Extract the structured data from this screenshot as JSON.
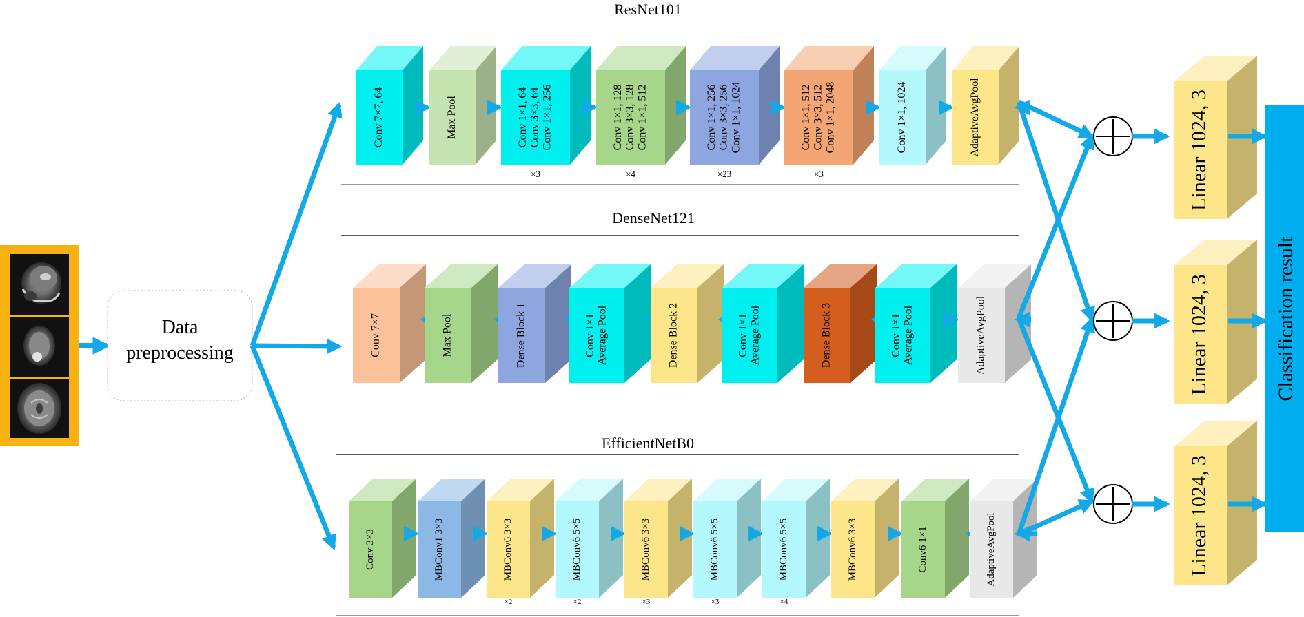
{
  "colors": {
    "arrow": "#13a8e6",
    "input_frame": "#f8b20f",
    "result_bar": "#00adef",
    "cyan": "#00f0f0",
    "light_green": "#c5e3b0",
    "green": "#a5d68a",
    "blue_purple": "#8ea6e0",
    "orange": "#f4a574",
    "light_cyan": "#b2f8fc",
    "yellow": "#fde58a",
    "peach": "#fbc299",
    "dark_orange": "#d35e1e",
    "light_gray": "#e8e8e8",
    "sky_blue": "#8cb8e6"
  },
  "input_images": [
    "sagittal-mri-scan",
    "axial-tumor-mri-scan",
    "axial-brain-mri-scan"
  ],
  "preprocessing": {
    "line1": "Data",
    "line2": "preprocessing"
  },
  "resnet": {
    "title": "ResNet101",
    "blocks": [
      {
        "lines": [
          "Conv 7×7, 64"
        ],
        "color": "cyan",
        "mult": ""
      },
      {
        "lines": [
          "Max Pool"
        ],
        "color": "light_green",
        "mult": ""
      },
      {
        "lines": [
          "Conv 1×1, 64",
          "Conv 3×3, 64",
          "Conv 1×1, 256"
        ],
        "color": "cyan",
        "mult": "×3"
      },
      {
        "lines": [
          "Conv 1×1, 128",
          "Conv 3×3, 128",
          "Conv 1×1, 512"
        ],
        "color": "green",
        "mult": "×4"
      },
      {
        "lines": [
          "Conv 1×1, 256",
          "Conv 3×3, 256",
          "Conv 1×1, 1024"
        ],
        "color": "blue_purple",
        "mult": "×23"
      },
      {
        "lines": [
          "Conv 1×1, 512",
          "Conv 3×3, 512",
          "Conv 1×1, 2048"
        ],
        "color": "orange",
        "mult": "×3"
      },
      {
        "lines": [
          "Conv 1×1, 1024"
        ],
        "color": "light_cyan",
        "mult": ""
      },
      {
        "lines": [
          "AdaptiveAvgPool"
        ],
        "color": "yellow",
        "mult": ""
      }
    ]
  },
  "densenet": {
    "title": "DenseNet121",
    "blocks": [
      {
        "lines": [
          "Conv 7×7"
        ],
        "color": "peach",
        "mult": ""
      },
      {
        "lines": [
          "Max Pool"
        ],
        "color": "green",
        "mult": ""
      },
      {
        "lines": [
          "Dense Block 1"
        ],
        "color": "blue_purple",
        "mult": ""
      },
      {
        "lines": [
          "Conv 1×1",
          "Average Pool"
        ],
        "color": "cyan",
        "mult": ""
      },
      {
        "lines": [
          "Dense Block 2"
        ],
        "color": "yellow",
        "mult": ""
      },
      {
        "lines": [
          "Conv 1×1",
          "Average Pool"
        ],
        "color": "cyan",
        "mult": ""
      },
      {
        "lines": [
          "Dense Block 3"
        ],
        "color": "dark_orange",
        "mult": ""
      },
      {
        "lines": [
          "Conv 1×1",
          "Average Pool"
        ],
        "color": "cyan",
        "mult": ""
      },
      {
        "lines": [
          "AdaptiveAvgPool"
        ],
        "color": "light_gray",
        "mult": ""
      }
    ]
  },
  "efficientnet": {
    "title": "EfficientNetB0",
    "blocks": [
      {
        "lines": [
          "Conv 3×3"
        ],
        "color": "green",
        "mult": ""
      },
      {
        "lines": [
          "MBConv1 3×3"
        ],
        "color": "sky_blue",
        "mult": ""
      },
      {
        "lines": [
          "MBConv6 3×3"
        ],
        "color": "yellow",
        "mult": "×2"
      },
      {
        "lines": [
          "MBConv6 5×5"
        ],
        "color": "light_cyan",
        "mult": "×2"
      },
      {
        "lines": [
          "MBConv6 3×3"
        ],
        "color": "yellow",
        "mult": "×3"
      },
      {
        "lines": [
          "MBConv6 5×5"
        ],
        "color": "light_cyan",
        "mult": "×3"
      },
      {
        "lines": [
          "MBConv6 5×5"
        ],
        "color": "light_cyan",
        "mult": "×4"
      },
      {
        "lines": [
          "MBConv6 3×3"
        ],
        "color": "yellow",
        "mult": ""
      },
      {
        "lines": [
          "Conv6 1×1"
        ],
        "color": "green",
        "mult": ""
      },
      {
        "lines": [
          "AdaptiveAvgPool"
        ],
        "color": "light_gray",
        "mult": ""
      }
    ]
  },
  "classifier": {
    "linear_labels": [
      "Linear 1024, 3",
      "Linear 1024, 3",
      "Linear 1024, 3"
    ],
    "result_label": "Classification result"
  }
}
